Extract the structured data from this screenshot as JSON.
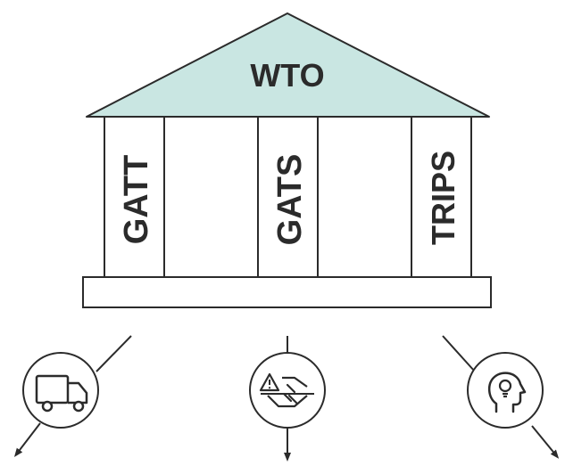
{
  "building": {
    "roof_label": "WTO",
    "roof_color": "#c9e6e2",
    "stroke_color": "#2b2b2b",
    "pillars": [
      {
        "label": "GATT"
      },
      {
        "label": "GATS"
      },
      {
        "label": "TRIPS"
      }
    ]
  },
  "icons": [
    {
      "name": "delivery-truck-icon"
    },
    {
      "name": "warning-handshake-icon"
    },
    {
      "name": "lightbulb-head-icon"
    }
  ]
}
